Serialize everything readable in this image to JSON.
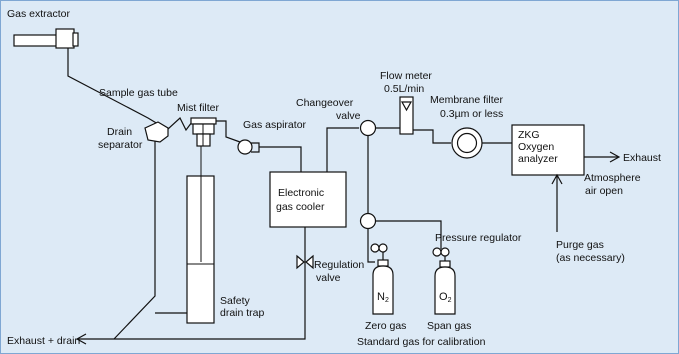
{
  "colors": {
    "background": "#ddeaf6",
    "frame": "#7fa7d3",
    "line": "#111111"
  },
  "labels": {
    "gas_extractor": "Gas extractor",
    "sample_gas_tube": "Sample gas tube",
    "mist_filter": "Mist filter",
    "drain_separator_1": "Drain",
    "drain_separator_2": "separator",
    "gas_aspirator": "Gas aspirator",
    "changeover_valve_1": "Changeover",
    "changeover_valve_2": "valve",
    "flow_meter_1": "Flow meter",
    "flow_meter_2": "0.5L/min",
    "membrane_filter_1": "Membrane filter",
    "membrane_filter_2": "0.3µm or less",
    "analyzer_1": "ZKG",
    "analyzer_2": "Oxygen",
    "analyzer_3": "analyzer",
    "exhaust": "Exhaust",
    "atmosphere_1": "Atmosphere",
    "atmosphere_2": "air open",
    "gas_cooler_1": "Electronic",
    "gas_cooler_2": "gas cooler",
    "pressure_regulator": "Pressure regulator",
    "purge_gas_1": "Purge gas",
    "purge_gas_2": "(as necessary)",
    "regulation_valve_1": "Regulation",
    "regulation_valve_2": "valve",
    "safety_drain_trap_1": "Safety",
    "safety_drain_trap_2": "drain trap",
    "n2": "N",
    "n2_sub": "2",
    "o2": "O",
    "o2_sub": "2",
    "zero_gas": "Zero gas",
    "span_gas": "Span gas",
    "exhaust_drain": "Exhaust + drain",
    "standard_gas": "Standard gas for calibration"
  }
}
